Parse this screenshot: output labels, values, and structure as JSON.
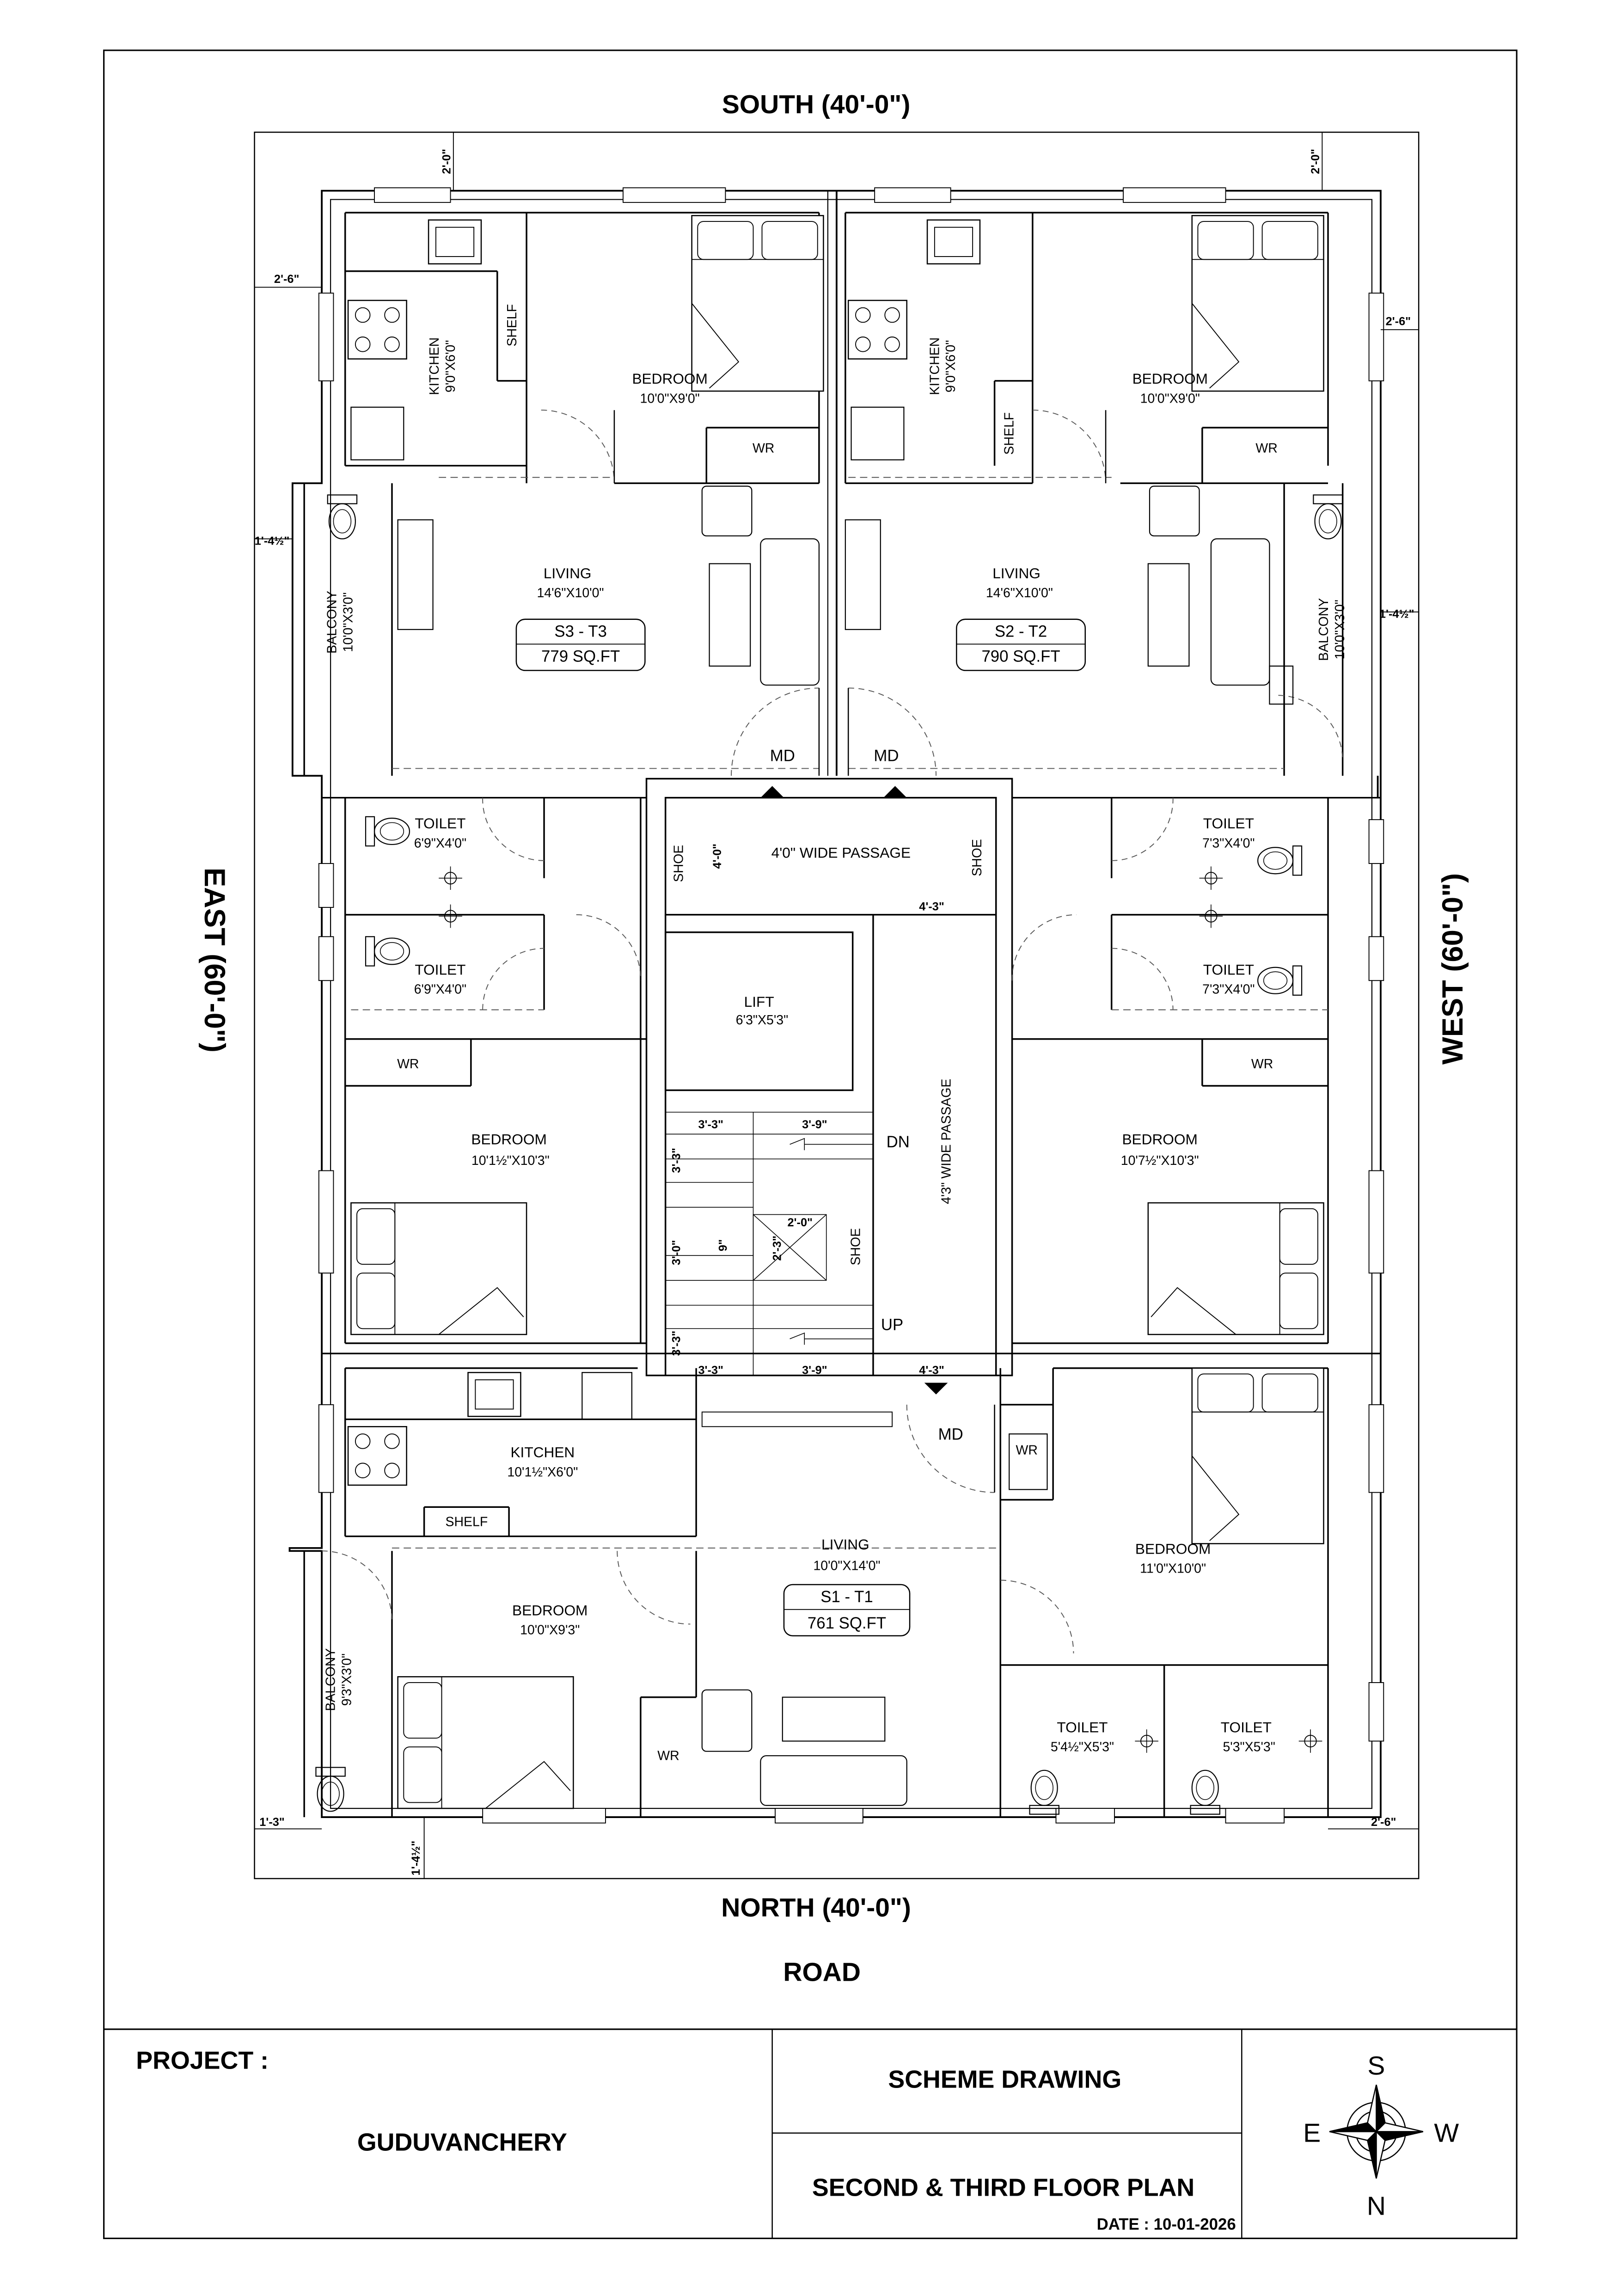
{
  "sides": {
    "south": "SOUTH (40'-0\")",
    "north": "NORTH (40'-0\")",
    "east": "EAST (60'-0\")",
    "west": "WEST (60'-0\")",
    "road": "ROAD"
  },
  "setbacks": {
    "top_left": "2'-0\"",
    "top_right": "2'-0\"",
    "left_upper": "2'-6\"",
    "right_upper": "2'-6\"",
    "left_mid": "1'-4½\"",
    "right_mid": "1'-4½\"",
    "bottom_left": "1'-3\"",
    "bottom_right": "2'-6\"",
    "bottom_mid": "1'-4½\""
  },
  "units": {
    "s3": {
      "code": "S3 - T3",
      "area": "779 SQ.FT"
    },
    "s2": {
      "code": "S2 - T2",
      "area": "790 SQ.FT"
    },
    "s1": {
      "code": "S1 - T1",
      "area": "761 SQ.FT"
    }
  },
  "rooms": {
    "kitchen_l": {
      "name": "KITCHEN",
      "size": "9'0\"X6'0\""
    },
    "kitchen_r": {
      "name": "KITCHEN",
      "size": "9'0\"X6'0\""
    },
    "bed_tl": {
      "name": "BEDROOM",
      "size": "10'0\"X9'0\""
    },
    "bed_tr": {
      "name": "BEDROOM",
      "size": "10'0\"X9'0\""
    },
    "living_l": {
      "name": "LIVING",
      "size": "14'6\"X10'0\""
    },
    "living_r": {
      "name": "LIVING",
      "size": "14'6\"X10'0\""
    },
    "balcony_l": {
      "name": "BALCONY",
      "size": "10'0\"X3'0\""
    },
    "balcony_r": {
      "name": "BALCONY",
      "size": "10'0\"X3'0\""
    },
    "toilet_l1": {
      "name": "TOILET",
      "size": "6'9\"X4'0\""
    },
    "toilet_l2": {
      "name": "TOILET",
      "size": "6'9\"X4'0\""
    },
    "toilet_r1": {
      "name": "TOILET",
      "size": "7'3\"X4'0\""
    },
    "toilet_r2": {
      "name": "TOILET",
      "size": "7'3\"X4'0\""
    },
    "bed_ml": {
      "name": "BEDROOM",
      "size": "10'1½\"X10'3\""
    },
    "bed_mr": {
      "name": "BEDROOM",
      "size": "10'7½\"X10'3\""
    },
    "lift": {
      "name": "LIFT",
      "size": "6'3\"X5'3\""
    },
    "kitchen_b": {
      "name": "KITCHEN",
      "size": "10'1½\"X6'0\""
    },
    "living_b": {
      "name": "LIVING",
      "size": "10'0\"X14'0\""
    },
    "bed_bl": {
      "name": "BEDROOM",
      "size": "10'0\"X9'3\""
    },
    "bed_br": {
      "name": "BEDROOM",
      "size": "11'0\"X10'0\""
    },
    "balcony_b": {
      "name": "BALCONY",
      "size": "9'3\"X3'0\""
    },
    "toilet_b1": {
      "name": "TOILET",
      "size": "5'4½\"X5'3\""
    },
    "toilet_b2": {
      "name": "TOILET",
      "size": "5'3\"X5'3\""
    }
  },
  "labels": {
    "shelf": "SHELF",
    "wr": "WR",
    "md": "MD",
    "shoe": "SHOE",
    "passage_h": "4'0\" WIDE PASSAGE",
    "passage_v": "4'3\" WIDE PASSAGE",
    "dn": "DN",
    "up": "UP"
  },
  "stair_dims": {
    "d_3_3": "3'-3\"",
    "d_3_9": "3'-9\"",
    "d_4_0": "4'-0\"",
    "d_4_3": "4'-3\"",
    "d_3_0": "3'-0\"",
    "d_2_0": "2'-0\"",
    "d_2_3": "2'-3\"",
    "d_9": "9\""
  },
  "title_block": {
    "project_label": "PROJECT :",
    "project_name": "GUDUVANCHERY",
    "scheme": "SCHEME DRAWING",
    "plan": "SECOND & THIRD FLOOR PLAN",
    "date": "DATE : 10-01-2026"
  },
  "compass": {
    "s": "S",
    "e": "E",
    "w": "W",
    "n": "N"
  }
}
